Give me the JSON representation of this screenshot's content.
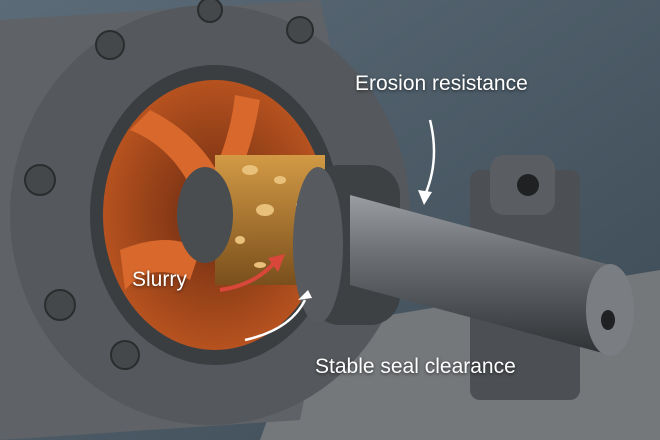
{
  "labels": {
    "erosion": "Erosion resistance",
    "slurry": "Slurry",
    "seal": "Stable seal clearance"
  },
  "colors": {
    "background": "#4d5d69",
    "casing": "#5f6266",
    "impeller": "#b8521f",
    "slurry": "#b07a2c",
    "shaft": "#6d7074",
    "arrow": "#d9473a"
  }
}
